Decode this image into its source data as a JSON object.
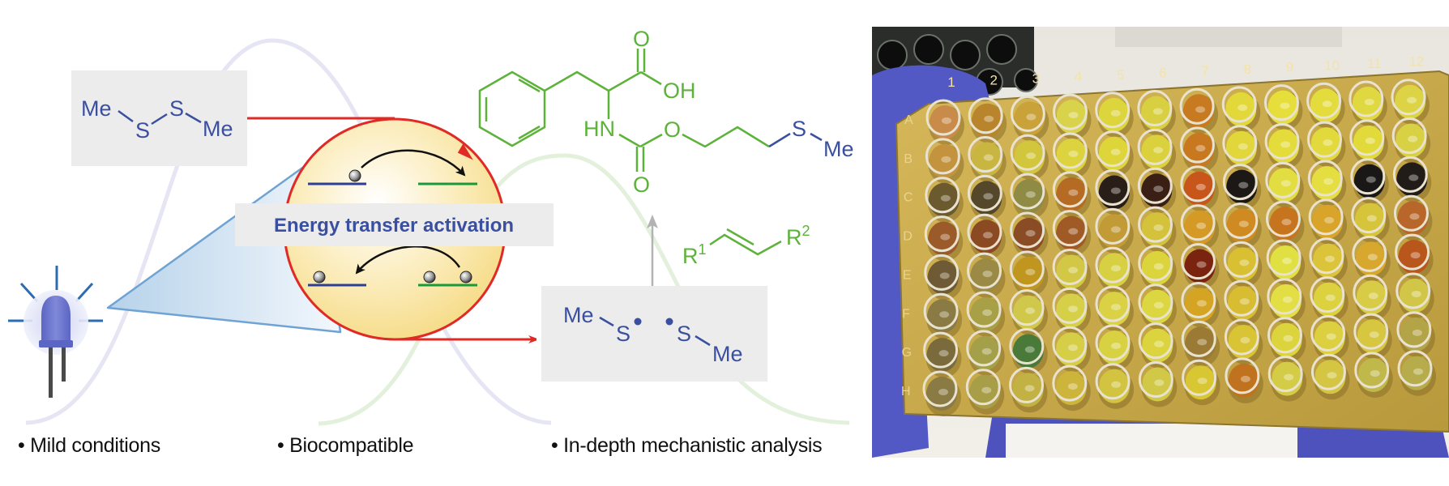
{
  "colors": {
    "disulfide_blue": "#3b4fa0",
    "product_green": "#5db33a",
    "arrow_red": "#e02a26",
    "box_gray": "#ececec",
    "lavender_curve": "#e6e5f3",
    "green_curve": "#e3f0dc",
    "level_blue": "#2b3f99",
    "level_green": "#189a3c",
    "gray_arrow": "#b3b3b3",
    "plate_gold": "#c9a845",
    "glove_blue": "#5258c4"
  },
  "reagent": {
    "left_group": "Me",
    "s1": "S",
    "s2": "S",
    "right_group": "Me"
  },
  "mechanism": {
    "label": "Energy transfer activation",
    "top_row": {
      "donor_electrons": 1,
      "acceptor_electrons": 0
    },
    "bottom_row": {
      "donor_electrons": 1,
      "acceptor_electrons": 2
    }
  },
  "radicals": {
    "left_group": "Me",
    "left_s": "S",
    "right_s": "S",
    "right_group": "Me"
  },
  "alkene": {
    "r1": "R",
    "r1_sup": "1",
    "r2": "R",
    "r2_sup": "2"
  },
  "product": {
    "carbonyl_o": "O",
    "oh": "OH",
    "hn": "HN",
    "ester_o": "O",
    "carbamate_o": "O",
    "s": "S",
    "me": "Me"
  },
  "bullets": [
    {
      "text": "Mild conditions"
    },
    {
      "text": "Biocompatible"
    },
    {
      "text": "In-depth mechanistic analysis"
    }
  ],
  "photo": {
    "column_labels": [
      "1",
      "2",
      "3",
      "4",
      "5",
      "6",
      "7",
      "8",
      "9",
      "10",
      "11",
      "12"
    ],
    "row_labels": [
      "A",
      "B",
      "C",
      "D",
      "E",
      "F",
      "G",
      "H"
    ],
    "well_colors": [
      [
        "#c98b4a",
        "#b8842c",
        "#c9a23a",
        "#d8d34a",
        "#dcd53c",
        "#d8d040",
        "#c77a20",
        "#e3d83a",
        "#e6de3a",
        "#e3dc3c",
        "#e0d840",
        "#dcd444"
      ],
      [
        "#c4933e",
        "#c9b640",
        "#d2c63c",
        "#dcd33e",
        "#ddd53a",
        "#dad13c",
        "#c8781e",
        "#e1d63a",
        "#e4dc3a",
        "#e2da3c",
        "#e2da3a",
        "#d9d144"
      ],
      [
        "#6b5a2e",
        "#55482a",
        "#8f8a44",
        "#b66b25",
        "#2a1f18",
        "#3a1f14",
        "#c8561a",
        "#1c1816",
        "#e2de42",
        "#e4de40",
        "#1a1816",
        "#221c18"
      ],
      [
        "#9a5a2a",
        "#8c4a22",
        "#8a4c24",
        "#a05a26",
        "#c29a36",
        "#d4c23a",
        "#d59a26",
        "#cf8a22",
        "#c7741e",
        "#d8a42a",
        "#d6c53a",
        "#b9662a"
      ],
      [
        "#6e5a34",
        "#9a8a46",
        "#c0961e",
        "#d2c846",
        "#d6d042",
        "#dcd43c",
        "#7a2410",
        "#d8c032",
        "#e0e042",
        "#dcc43a",
        "#d8a82e",
        "#b8561c"
      ],
      [
        "#8a7a44",
        "#a8a046",
        "#cfc84a",
        "#d6d048",
        "#dad244",
        "#dcd640",
        "#d4a422",
        "#d8bc32",
        "#e2de44",
        "#dcd240",
        "#d8cc46",
        "#d2c648"
      ],
      [
        "#7a6a3c",
        "#a4a04a",
        "#4a7a3a",
        "#d6ce46",
        "#d8d242",
        "#dcd43e",
        "#9a7a34",
        "#d8c434",
        "#dcd43c",
        "#dcd040",
        "#d6c640",
        "#b4a448"
      ],
      [
        "#8a7a44",
        "#a89e48",
        "#c2b244",
        "#cdb43a",
        "#d2c440",
        "#d0c846",
        "#d8c632",
        "#c0721e",
        "#d4cc46",
        "#d4c642",
        "#c0b84a",
        "#b6ac4c"
      ]
    ]
  }
}
